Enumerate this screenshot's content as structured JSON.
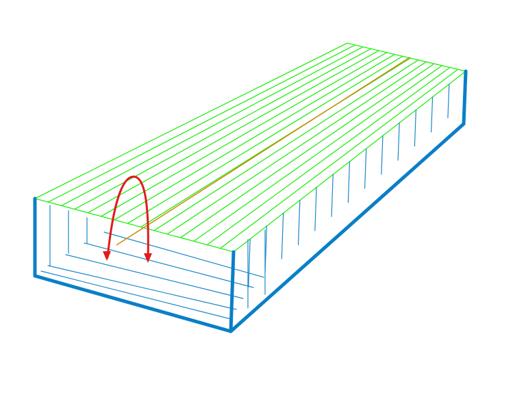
{
  "diagram": {
    "colors": {
      "background": "#ffffff",
      "frame": "#0a7fc7",
      "thin_line": "#1a88c9",
      "top_surface": "#22ee11",
      "axis_line": "#cc8800",
      "arrow": "#e21a1a"
    },
    "elements": [
      "box-frame",
      "top-surface-grid",
      "side-ribs",
      "bottom-ribs",
      "center-axis-line",
      "rotation-arrow"
    ]
  }
}
